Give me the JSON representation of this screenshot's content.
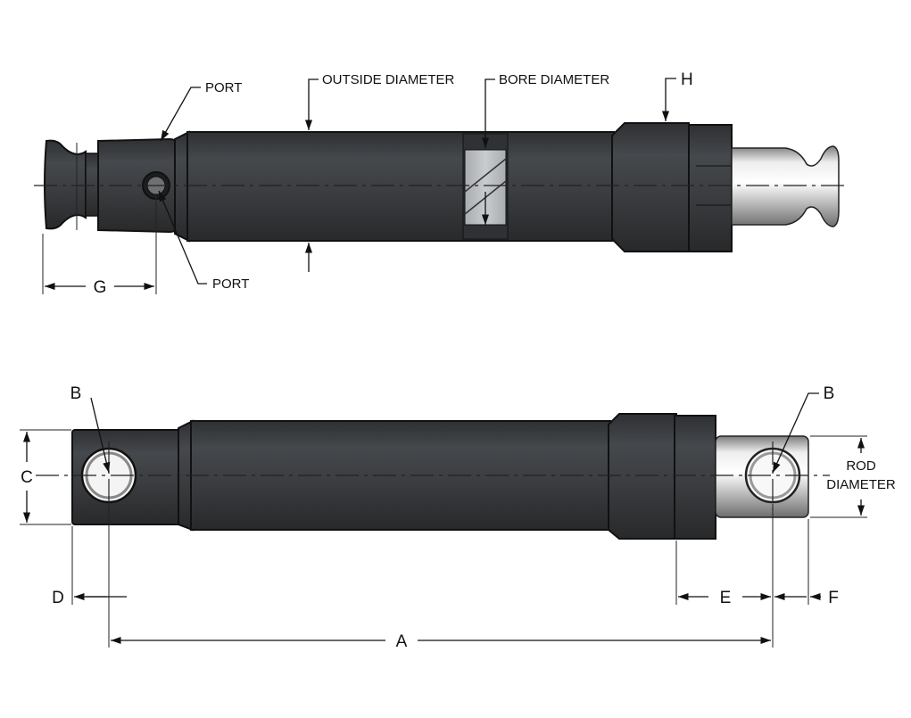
{
  "labels": {
    "port_top": "PORT",
    "port_bottom": "PORT",
    "outside_diameter": "OUTSIDE DIAMETER",
    "bore_diameter": "BORE DIAMETER",
    "h": "H",
    "g": "G",
    "b_left": "B",
    "b_right": "B",
    "c": "C",
    "rod_diameter_line1": "ROD",
    "rod_diameter_line2": "DIAMETER",
    "d": "D",
    "e": "E",
    "f": "F",
    "a": "A"
  },
  "colors": {
    "body": "#3a3c3f",
    "body_dark": "#2a2c2e",
    "body_light": "#55585c",
    "chrome_light": "#f2f2f2",
    "chrome_dark": "#8a8a8a",
    "bore_section": "#b9bcbf",
    "line": "#111111"
  }
}
